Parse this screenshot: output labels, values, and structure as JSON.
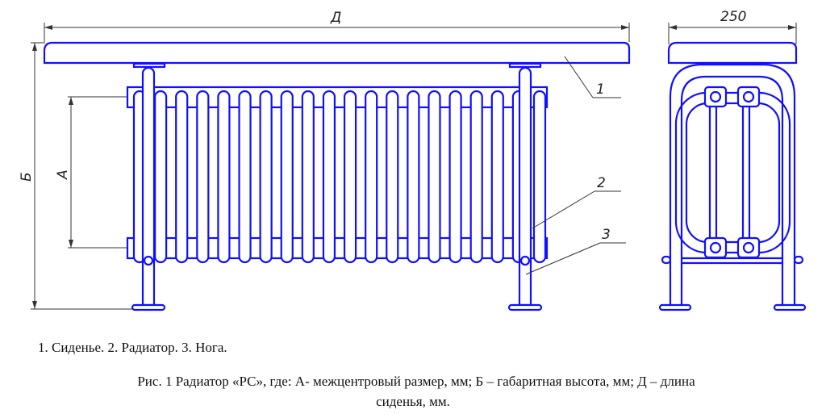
{
  "drawing": {
    "dim_length": "Д",
    "dim_height": "Б",
    "dim_center": "А",
    "dim_width": "250",
    "leader_1": "1",
    "leader_2": "2",
    "leader_3": "3",
    "fin_count": 20,
    "line_color": "#1010ff"
  },
  "caption": {
    "legend": "1. Сиденье. 2. Радиатор. 3. Нога.",
    "figure_line1": "Рис. 1 Радиатор «РС», где: А- межцентровый размер, мм; Б – габаритная высота, мм; Д – длина",
    "figure_line2": "сиденья, мм."
  }
}
